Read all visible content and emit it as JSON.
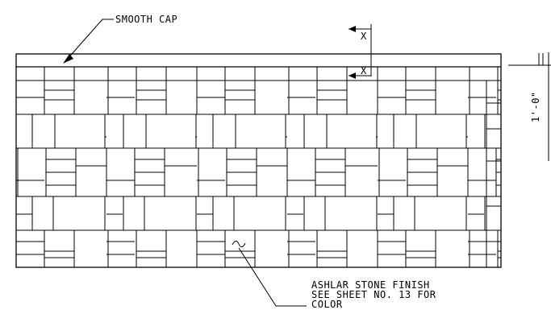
{
  "callouts": {
    "cap_label": "SMOOTH CAP",
    "finish_line_1": "ASHLAR STONE FINISH",
    "finish_line_2": "SEE SHEET NO. 13 FOR",
    "finish_line_3": "COLOR"
  },
  "section_marker": {
    "letter_top": "X",
    "letter_bottom": "X"
  },
  "dimension": {
    "height_label": "1'-0\""
  },
  "colors": {
    "line": "#000000",
    "background": "#ffffff"
  }
}
